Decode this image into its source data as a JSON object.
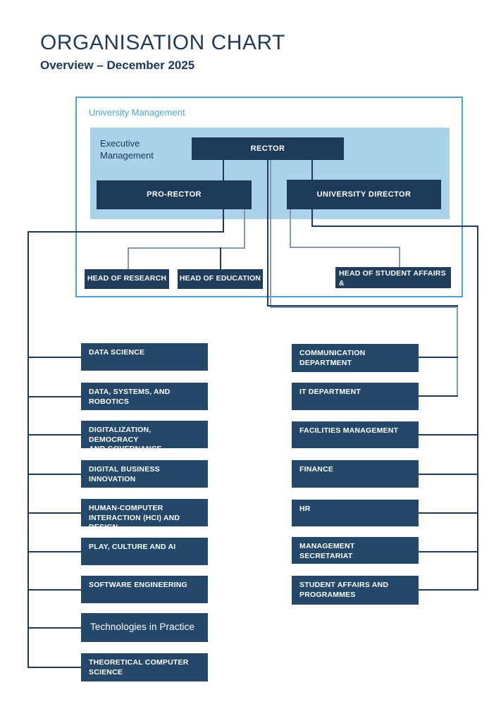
{
  "title": "ORGANISATION CHART",
  "subtitle": "Overview – December 2025",
  "university_management": {
    "label": "University Management",
    "executive_label": "Executive\nManagement",
    "rector": "RECTOR",
    "pro_rector": "PRO-RECTOR",
    "university_director": "UNIVERSITY DIRECTOR"
  },
  "heads": {
    "research": "HEAD OF RESEARCH",
    "education": "HEAD OF EDUCATION",
    "student_affairs": "HEAD OF STUDENT AFFAIRS &\nPROGRAMMES"
  },
  "departments_left": [
    "DATA SCIENCE",
    "DATA, SYSTEMS, AND ROBOTICS",
    "DIGITALIZATION, DEMOCRACY\nAND GOVERNANCE",
    "DIGITAL BUSINESS INNOVATION",
    "HUMAN-COMPUTER\nINTERACTION (HCI) AND DESIGN",
    "PLAY, CULTURE AND AI",
    "SOFTWARE ENGINEERING",
    "Technologies in Practice",
    "THEORETICAL COMPUTER\nSCIENCE"
  ],
  "departments_right": [
    "COMMUNICATION\nDEPARTMENT",
    "IT DEPARTMENT",
    "FACILITIES MANAGEMENT",
    "FINANCE",
    "HR",
    "MANAGEMENT\nSECRETARIAT",
    "STUDENT AFFAIRS AND\nPROGRAMMES"
  ],
  "colors": {
    "title_navy": "#1f3c5b",
    "subtitle_navy": "#17365d",
    "panel_fill": "#aad3eb",
    "panel_border": "#4ba0d8",
    "panel_label_blue": "#44a5db",
    "node_dark": "#1d3a58",
    "node_mid": "#24486a",
    "line_navy": "#1f3a5e",
    "line_gray": "#8496b0"
  }
}
